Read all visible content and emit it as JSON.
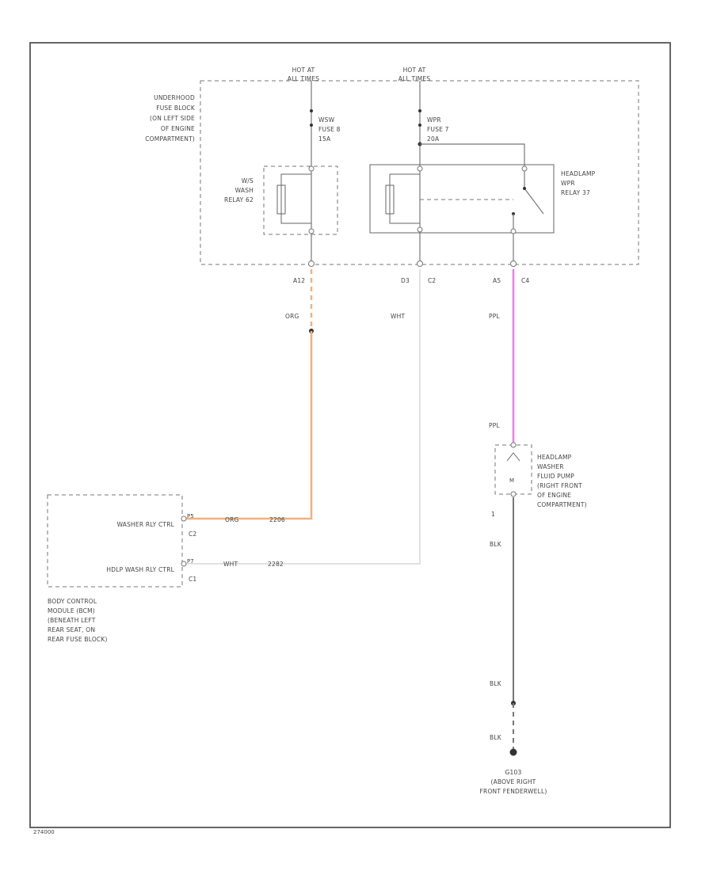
{
  "fuse_block": {
    "title": [
      "UNDERHOOD",
      "FUSE BLOCK",
      "(ON LEFT SIDE",
      "OF ENGINE",
      "COMPARTMENT)"
    ],
    "feed1": [
      "HOT AT",
      "ALL TIMES"
    ],
    "feed2": [
      "HOT AT",
      "ALL TIMES"
    ],
    "fuse1": [
      "WSW",
      "FUSE 8",
      "15A"
    ],
    "fuse2": [
      "WPR",
      "FUSE 7",
      "20A"
    ],
    "relay1": [
      "W/S",
      "WASH",
      "RELAY 62"
    ],
    "relay2": [
      "HEADLAMP",
      "WPR",
      "RELAY 37"
    ],
    "pins": [
      "A12",
      "D3",
      "C2",
      "A5",
      "C4"
    ]
  },
  "wires": {
    "org": [
      "ORG",
      "ORG",
      "2206"
    ],
    "wht": [
      "WHT",
      "WHT",
      "2282"
    ],
    "ppl": [
      "PPL",
      "PPL"
    ],
    "blk": [
      "BLK",
      "BLK",
      "BLK"
    ]
  },
  "pump": {
    "title": [
      "HEADLAMP",
      "WASHER",
      "FLUID PUMP",
      "(RIGHT FRONT",
      "OF ENGINE",
      "COMPARTMENT)"
    ],
    "pin": "1"
  },
  "bcm": {
    "signal1": "WASHER RLY CTRL",
    "signal2": "HDLP WASH RLY CTRL",
    "pin1": [
      "P5",
      "C2"
    ],
    "pin2": [
      "P7",
      "C1"
    ],
    "title": [
      "BODY CONTROL",
      "MODULE (BCM)",
      "(BENEATH LEFT",
      "REAR SEAT, ON",
      "REAR FUSE BLOCK)"
    ]
  },
  "ground": {
    "id": "G103",
    "location": [
      "(ABOVE RIGHT",
      "FRONT FENDERWELL)"
    ]
  },
  "figure_code": "274000"
}
